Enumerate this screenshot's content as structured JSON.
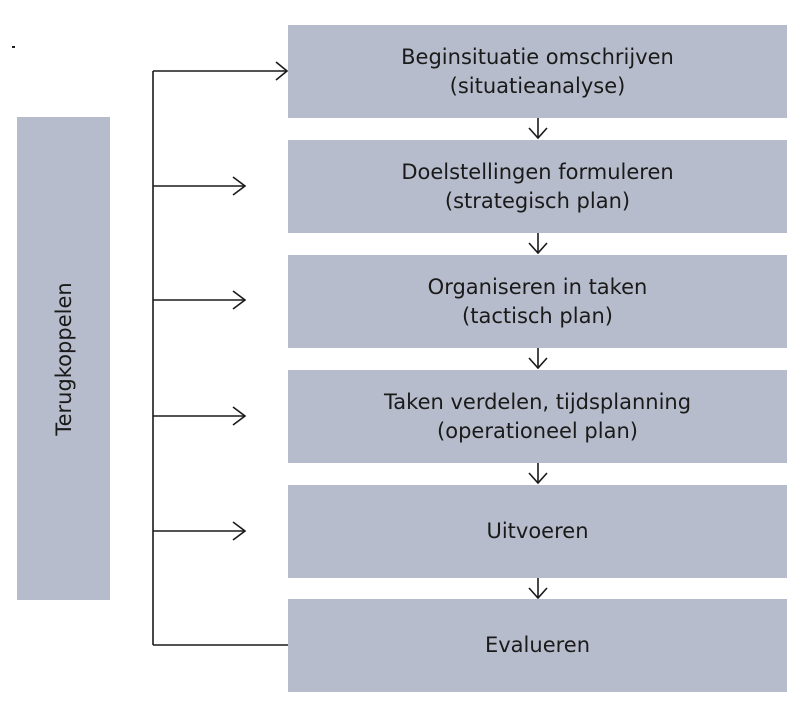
{
  "feedback": {
    "label": "Terugkoppelen"
  },
  "steps": [
    {
      "title": "Beginsituatie omschrijven",
      "subtitle": "(situatieanalyse)"
    },
    {
      "title": "Doelstellingen formuleren",
      "subtitle": "(strategisch plan)"
    },
    {
      "title": "Organiseren in taken",
      "subtitle": "(tactisch plan)"
    },
    {
      "title": "Taken verdelen, tijdsplanning",
      "subtitle": "(operationeel plan)"
    },
    {
      "title": "Uitvoeren",
      "subtitle": ""
    },
    {
      "title": "Evalueren",
      "subtitle": ""
    }
  ]
}
